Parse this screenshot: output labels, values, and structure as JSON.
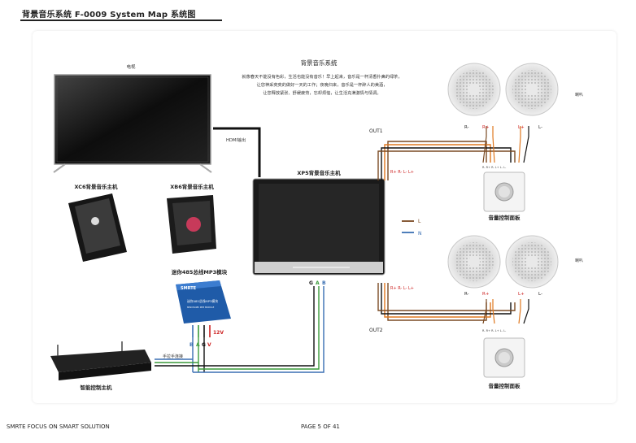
{
  "header": {
    "title": "背景音乐系统 F-0009 System Map 系统图"
  },
  "footer": {
    "left": "SMRTE FOCUS ON SMART SOLUTION",
    "center": "PAGE 5 OF 41"
  },
  "system": {
    "title": "背景音乐系统",
    "desc": [
      "就像春天不能没有色彩，生活也能没有音乐！早上起来，音乐是一杯清香扑鼻的绿茶，",
      "让您神采奕奕的做好一天的工作；夜晚归来，音乐是一杯醉人的美酒，",
      "让您释放紧张、舒缓疲劳，忘却烦恼，让生活充满激情与情调。"
    ]
  },
  "tv": {
    "label": "电视",
    "hdmi_label": "HDMI输出"
  },
  "devices": {
    "xc6": "XC6背景音乐主机",
    "xb6": "XB6背景音乐主机",
    "xp5": "XP5背景音乐主机",
    "mp3_module": "迷你485总线MP3模块",
    "mp3_brand": "SMRTE",
    "mp3_line1": "迷你485总线MP3模块",
    "mp3_line2": "MINI RS485 MP3 MODULE",
    "controller": "智能控制主机",
    "hand_pull": "手拉手连接"
  },
  "bus_labels": {
    "g": "G",
    "a": "A",
    "b": "B",
    "v": "V",
    "v12": "12V"
  },
  "outputs": {
    "out1": "OUT1",
    "out2": "OUT2",
    "terms": "R+  R-  L-  L+"
  },
  "legend": {
    "l": "L",
    "n": "N"
  },
  "speakers": {
    "label": "喇叭",
    "r_minus": "R-",
    "r_plus": "R+",
    "l_plus": "L+",
    "l_minus": "L-",
    "panel": "音量控制面板",
    "terminal": "R- R+ R- L+ L- L-"
  },
  "colors": {
    "brown": "#7a4a23",
    "blue": "#3a6fb3",
    "black": "#111111",
    "orange": "#e0781f",
    "red": "#cc1f1f",
    "green": "#3a9a3a",
    "yellow": "#e0c000"
  }
}
